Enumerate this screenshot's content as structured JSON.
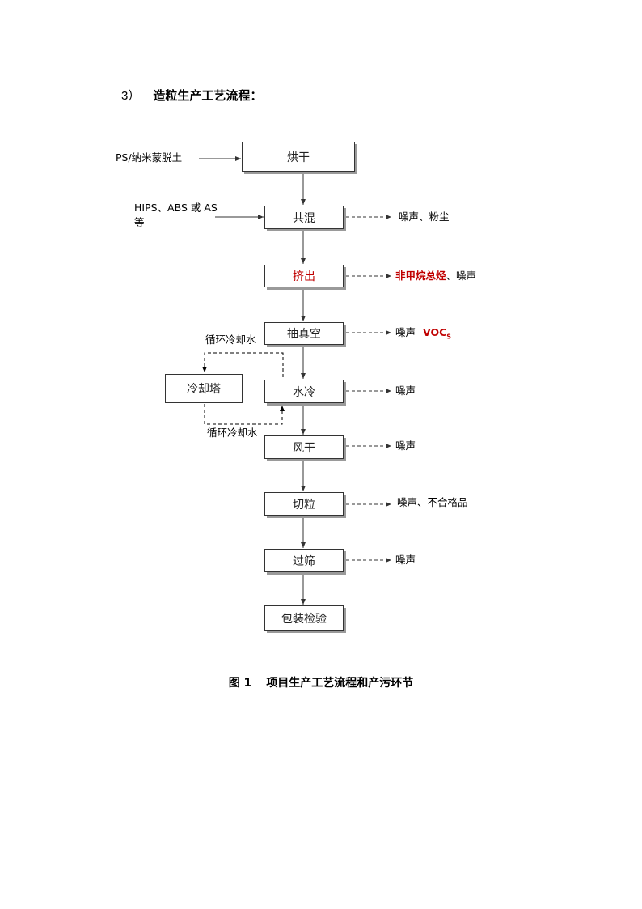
{
  "heading": {
    "number": "3）",
    "title": "造粒生产工艺流程："
  },
  "steps": {
    "drying": "烘干",
    "blending": "共混",
    "extrusion": "挤出",
    "vacuum": "抽真空",
    "water_cooling": "水冷",
    "air_drying": "风干",
    "pelletizing": "切粒",
    "screening": "过筛",
    "packaging": "包装检验",
    "cooling_tower": "冷却塔"
  },
  "inputs": {
    "ps": "PS/纳米蒙脱土",
    "hips_line1": "HIPS、ABS 或 AS",
    "hips_line2": "等"
  },
  "outputs": {
    "blending": "噪声、粉尘",
    "extrusion_pollutant": "非甲烷总烃",
    "extrusion_rest": "、噪声",
    "vacuum_noise": "噪声--",
    "vacuum_voc": "VOC",
    "vacuum_voc_sub": "S",
    "water_cooling": "噪声",
    "air_drying": "噪声",
    "pelletizing": "噪声、不合格品",
    "screening": "噪声"
  },
  "loop": {
    "top_label": "循环冷却水",
    "bottom_label": "循环冷却水"
  },
  "caption": {
    "figure": "图 1",
    "text": "项目生产工艺流程和产污环节"
  },
  "colors": {
    "highlight": "#c00000",
    "line": "#333333"
  }
}
